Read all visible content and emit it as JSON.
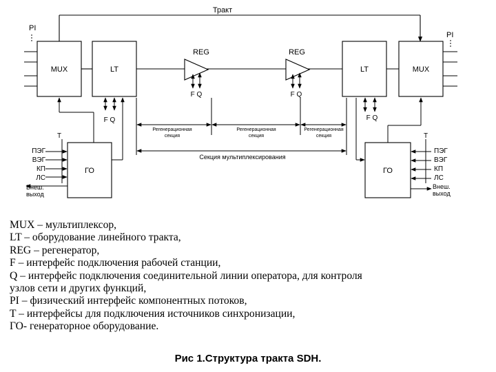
{
  "diagram": {
    "trakt": "Тракт",
    "pi": "PI",
    "mux": "MUX",
    "lt": "LT",
    "reg": "REG",
    "fq": "F Q",
    "go": "ГО",
    "t": "T",
    "peg": "ПЭГ",
    "veg": "ВЭГ",
    "kp": "КП",
    "ls": "ЛС",
    "vnesh": "Внеш.",
    "vykhod": "выход",
    "regen_line1": "Регенерационная",
    "regen_line2": "секция",
    "mux_section": "Секция мультиплексирования"
  },
  "legend": [
    "MUX – мультиплексор,",
    "LT – оборудование линейного тракта,",
    "REG – регенератор,",
    "F – интерфейс подключения рабочей станции,",
    "Q – интерфейс подключения соединительной линии оператора, для контроля",
    "узлов сети и других функций,",
    "PI – физический интерфейс компонентных потоков,",
    "T – интерфейсы для подключения источников синхронизации,",
    "ГО- генераторное оборудование."
  ],
  "caption": "Рис 1.Структура тракта SDH."
}
